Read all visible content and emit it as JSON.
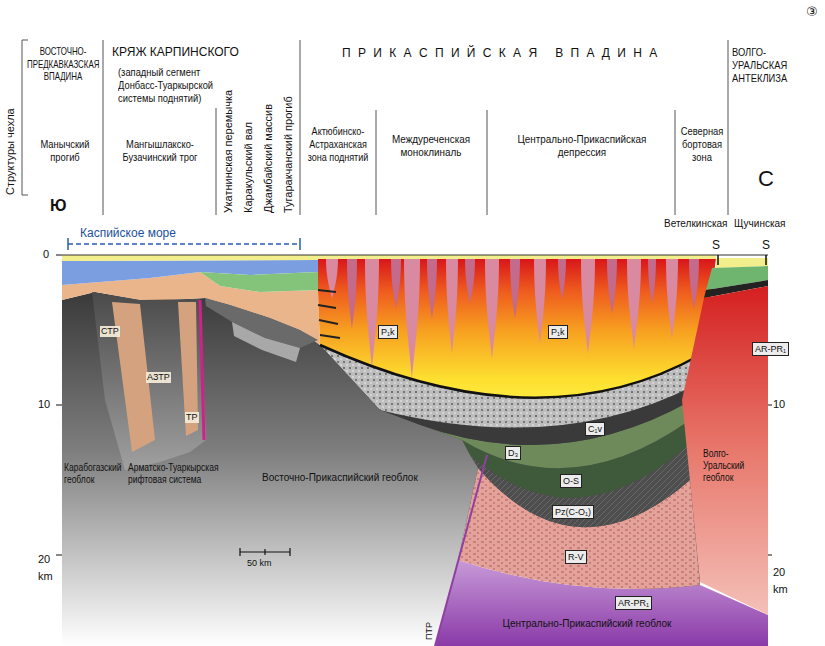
{
  "diagram": {
    "nodes": [
      {
        "text": [
          "P₁k"
        ]
      },
      {
        "text": [
          "P₁k"
        ]
      },
      {
        "text": [
          "AR-PR₁"
        ]
      },
      {
        "text": [
          "C₁v"
        ]
      },
      {
        "text": [
          "D₃"
        ]
      },
      {
        "text": [
          "O-S"
        ]
      },
      {
        "text": [
          "Pz(C-O₁)"
        ]
      },
      {
        "text": [
          "R-V"
        ]
      },
      {
        "text": [
          "AR-PR₁"
        ]
      }
    ],
    "labels": [
      "Структуры чехла",
      "③",
      "ВОСТОЧНО-ПРЕДКАВКАЗСКАЯ ВПАДИНА",
      "КРЯЖ КАРПИНСКОГО",
      "(западный сегмент Донбасс-Туаркырской системы поднятий)",
      "П Р И К А С П И Й С К А Я   В П А Д И Н А",
      "ВОЛГО-УРАЛЬСКАЯ АНТЕКЛИЗА",
      "Манычский прогиб",
      "Мангышлакско-Бузачинский трог",
      "Укатнинская перемычка",
      "Каракульский вал",
      "Джамбайский массив",
      "Тугаракчанский прогиб",
      "Актюбинско-Астраханская зона поднятий",
      "Междуреченская моноклиналь",
      "Центрально-Прикаспийская депрессия",
      "Северная бортовая зона",
      "Ю",
      "С",
      "Каспийское море",
      "Ветелкинская",
      "Щучинская",
      "S",
      "S",
      "0",
      "10",
      "20",
      "km",
      "10",
      "20",
      "km",
      "СТР",
      "АЗТР",
      "ТР",
      "Карабогазский геоблок",
      "Арматско-Туаркырская рифтовая система",
      "Восточно-Прикаспийский геоблок",
      "Волго-Уральский геоблок",
      "Центрально-Прикаспийский геоблок",
      "50 km",
      "ПТР"
    ]
  }
}
